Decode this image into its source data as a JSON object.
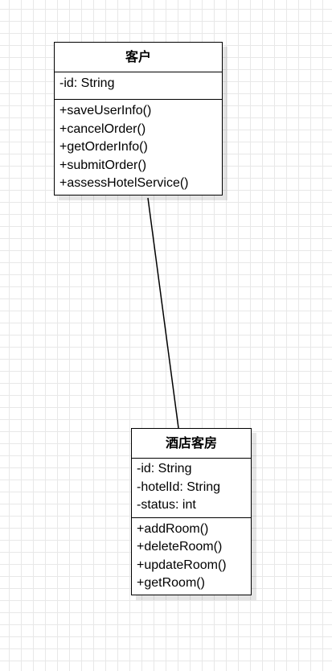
{
  "diagram": {
    "classes": [
      {
        "id": "customer",
        "name": "客户",
        "attributes": [
          "-id: String"
        ],
        "methods": [
          "+saveUserInfo()",
          "+cancelOrder()",
          "+getOrderInfo()",
          "+submitOrder()",
          "+assessHotelService()"
        ]
      },
      {
        "id": "room",
        "name": "酒店客房",
        "attributes": [
          "-id: String",
          "-hotelId: String",
          "-status: int"
        ],
        "methods": [
          "+addRoom()",
          "+deleteRoom()",
          "+updateRoom()",
          "+getRoom()"
        ]
      }
    ],
    "associations": [
      {
        "from": "customer",
        "to": "room"
      }
    ]
  }
}
